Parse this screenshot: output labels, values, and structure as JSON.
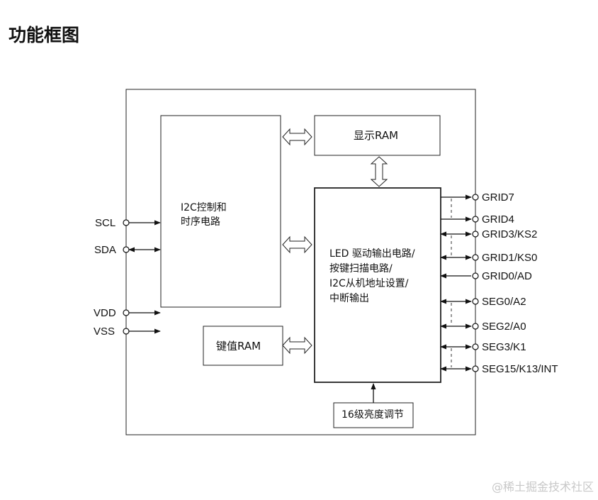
{
  "title": "功能框图",
  "blocks": {
    "i2c_ctrl": [
      "I2C控制和",
      "时序电路"
    ],
    "display_ram": "显示RAM",
    "led_drive": [
      "LED 驱动输出电路/",
      "按键扫描电路/",
      "I2C从机地址设置/",
      "中断输出"
    ],
    "key_ram": "键值RAM",
    "brightness": "16级亮度调节"
  },
  "pins_left": [
    "SCL",
    "SDA",
    "VDD",
    "VSS"
  ],
  "pins_right": [
    "GRID7",
    "GRID4",
    "GRID3/KS2",
    "GRID1/KS0",
    "GRID0/AD",
    "SEG0/A2",
    "SEG2/A0",
    "SEG3/K1",
    "SEG15/K13/INT"
  ],
  "watermark": "@稀土掘金技术社区"
}
